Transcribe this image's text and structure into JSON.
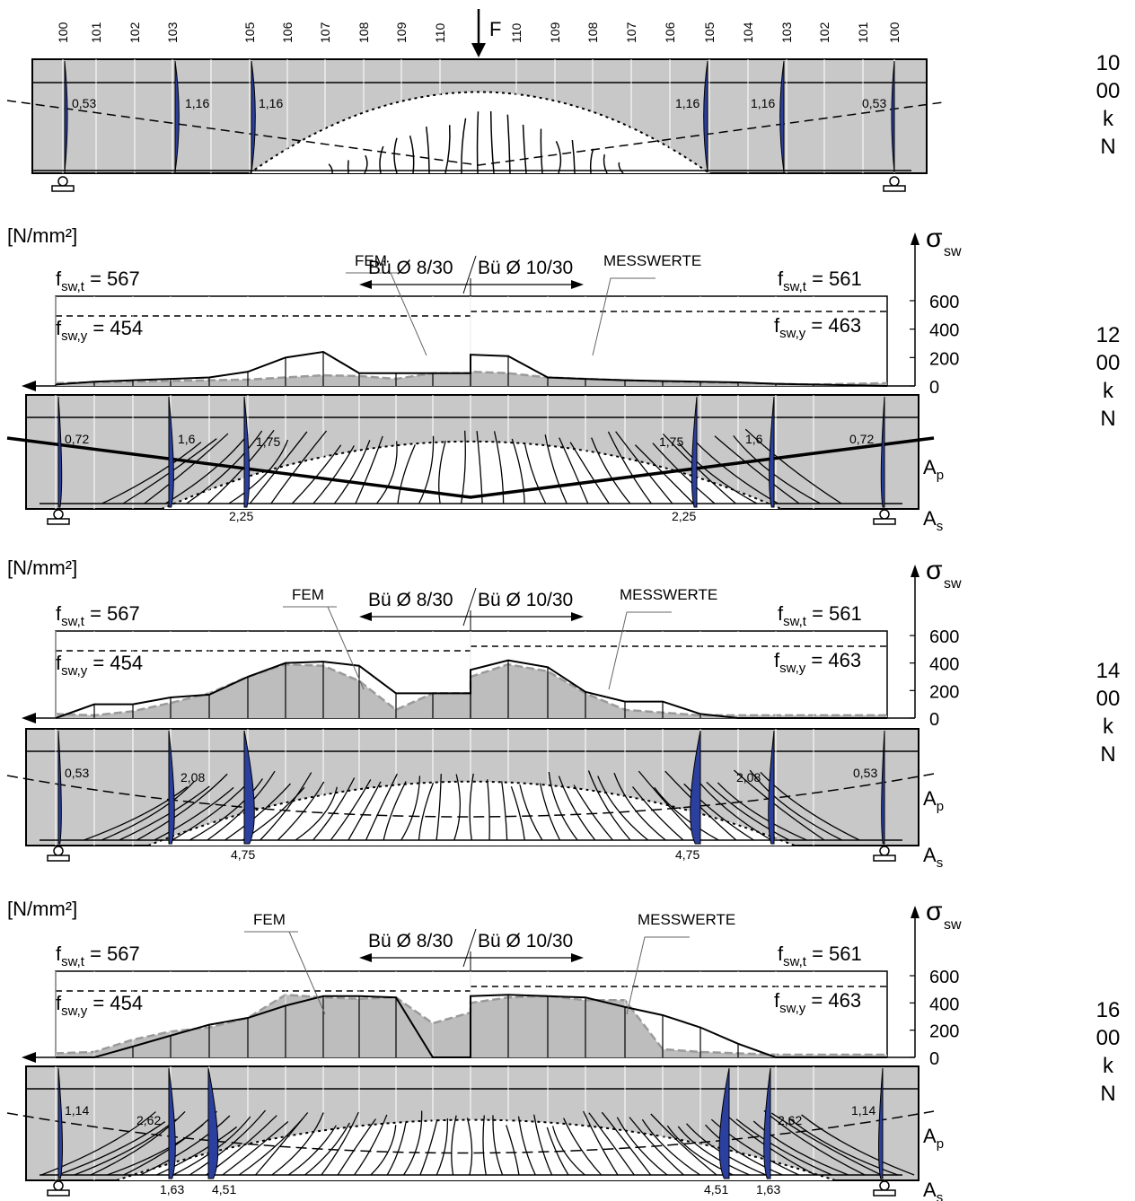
{
  "load_label_lines": [
    [
      "10",
      "00",
      "k",
      "N"
    ],
    [
      "12",
      "00",
      "k",
      "N"
    ],
    [
      "14",
      "00",
      "k",
      "N"
    ],
    [
      "16",
      "00",
      "k",
      "N"
    ]
  ],
  "top_stirrup_numbers": [
    "100",
    "101",
    "102",
    "103",
    "105",
    "106",
    "107",
    "108",
    "109",
    "110",
    "110",
    "109",
    "108",
    "107",
    "106",
    "105",
    "104",
    "103",
    "102",
    "101",
    "100"
  ],
  "force_label": "F",
  "unit_label": "[N/mm²]",
  "sigma_symbol": "σ",
  "sigma_sub": "sw",
  "fem_label": "FEM",
  "measured_label": "MESSWERTE",
  "stirrup_left": "Bü Ø 8/30",
  "stirrup_right": "Bü Ø 10/30",
  "fswt_left": "567",
  "fswt_right": "561",
  "fswy_left": "454",
  "fswy_right": "463",
  "axis_ticks": [
    "600",
    "400",
    "200",
    "0"
  ],
  "ap_label": "p",
  "as_label": "s",
  "panel1_strain_labels": [
    "0,53",
    "1,16",
    "1,16",
    "1,16",
    "1,16",
    "0,53"
  ],
  "panel2_strain_labels": [
    "0,72",
    "1,6",
    "1,75",
    "1,75",
    "1,6",
    "0,72",
    "2,25",
    "2,25"
  ],
  "panel3_strain_labels": [
    "0,53",
    "2,08",
    "2,08",
    "0,53",
    "4,75",
    "4,75"
  ],
  "panel4_strain_labels": [
    "1,14",
    "2,62",
    "2,62",
    "1,14",
    "1,63",
    "4,51",
    "4,51",
    "1,63"
  ],
  "colors": {
    "beam_fill": "#c8c8c8",
    "strain_fill": "#2b3f9e",
    "fem_fill": "#bdbdbd",
    "fem_line": "#9a9a9a"
  },
  "chart_data": [
    {
      "type": "line",
      "panel": "1200 kN",
      "x": [
        "100",
        "101",
        "102",
        "103",
        "104",
        "105",
        "106",
        "107",
        "108",
        "109",
        "110",
        "110",
        "109",
        "108",
        "107",
        "106",
        "105",
        "104",
        "103",
        "102",
        "101",
        "100"
      ],
      "series": [
        {
          "name": "MESSWERTE",
          "values": [
            10,
            30,
            40,
            50,
            60,
            100,
            200,
            240,
            90,
            90,
            90,
            90,
            220,
            210,
            60,
            50,
            40,
            35,
            30,
            25,
            15,
            10
          ]
        },
        {
          "name": "FEM",
          "values": [
            20,
            25,
            30,
            35,
            40,
            45,
            60,
            75,
            70,
            50,
            90,
            90,
            100,
            90,
            60,
            50,
            40,
            30,
            25,
            20,
            15,
            10
          ]
        }
      ],
      "ylim": [
        0,
        600
      ],
      "yticks": [
        0,
        200,
        400,
        600
      ],
      "ylabel": "σsw [N/mm²]",
      "reference_lines": {
        "fsw_t_left": 567,
        "fsw_t_right": 561,
        "fsw_y_left": 454,
        "fsw_y_right": 463
      }
    },
    {
      "type": "line",
      "panel": "1400 kN",
      "x": [
        "100",
        "101",
        "102",
        "103",
        "104",
        "105",
        "106",
        "107",
        "108",
        "109",
        "110",
        "110",
        "109",
        "108",
        "107",
        "106",
        "105",
        "104",
        "103",
        "102",
        "101",
        "100"
      ],
      "series": [
        {
          "name": "MESSWERTE",
          "values": [
            0,
            100,
            100,
            150,
            170,
            300,
            400,
            410,
            380,
            180,
            180,
            180,
            350,
            420,
            370,
            190,
            120,
            120,
            30,
            0,
            0,
            0
          ]
        },
        {
          "name": "FEM",
          "values": [
            30,
            20,
            50,
            110,
            180,
            300,
            390,
            380,
            270,
            60,
            180,
            180,
            300,
            390,
            340,
            180,
            60,
            40,
            20,
            20,
            20,
            20
          ]
        }
      ],
      "ylim": [
        0,
        600
      ],
      "yticks": [
        0,
        200,
        400,
        600
      ],
      "ylabel": "σsw [N/mm²]",
      "reference_lines": {
        "fsw_t_left": 567,
        "fsw_t_right": 561,
        "fsw_y_left": 454,
        "fsw_y_right": 463
      }
    },
    {
      "type": "line",
      "panel": "1600 kN",
      "x": [
        "100",
        "101",
        "102",
        "103",
        "104",
        "105",
        "106",
        "107",
        "108",
        "109",
        "110",
        "110",
        "109",
        "108",
        "107",
        "106",
        "105",
        "104",
        "103",
        "102",
        "101",
        "100"
      ],
      "series": [
        {
          "name": "MESSWERTE",
          "values": [
            0,
            0,
            80,
            160,
            240,
            290,
            380,
            450,
            450,
            440,
            0,
            0,
            450,
            460,
            450,
            440,
            370,
            310,
            220,
            100,
            0,
            0
          ]
        },
        {
          "name": "FEM",
          "values": [
            30,
            40,
            130,
            190,
            220,
            290,
            460,
            440,
            430,
            440,
            250,
            330,
            400,
            440,
            450,
            420,
            420,
            60,
            40,
            30,
            20,
            20
          ]
        }
      ],
      "ylim": [
        0,
        600
      ],
      "yticks": [
        0,
        200,
        400,
        600
      ],
      "ylabel": "σsw [N/mm²]",
      "reference_lines": {
        "fsw_t_left": 567,
        "fsw_t_right": 561,
        "fsw_y_left": 454,
        "fsw_y_right": 463
      }
    }
  ]
}
